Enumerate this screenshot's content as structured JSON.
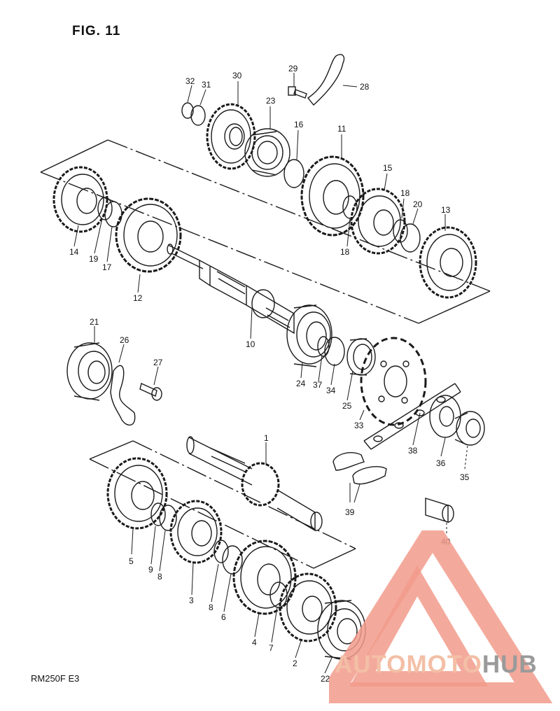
{
  "figure": {
    "title": "FIG. 11",
    "model_code": "RM250F  E3"
  },
  "watermark": {
    "text_part1": "AUTOMOTO",
    "text_part2": "HUB",
    "color_primary": "#f19b8b",
    "color_secondary": "#9a9a9a"
  },
  "part_numbers": [
    "1",
    "2",
    "3",
    "4",
    "5",
    "6",
    "7",
    "8",
    "8",
    "9",
    "10",
    "11",
    "12",
    "13",
    "14",
    "15",
    "16",
    "17",
    "18",
    "18",
    "19",
    "20",
    "21",
    "22",
    "23",
    "24",
    "25",
    "26",
    "27",
    "28",
    "29",
    "30",
    "31",
    "32",
    "33",
    "34",
    "35",
    "36",
    "37",
    "38",
    "39",
    "40"
  ],
  "colors": {
    "line": "#1a1a1a",
    "background": "#ffffff"
  }
}
